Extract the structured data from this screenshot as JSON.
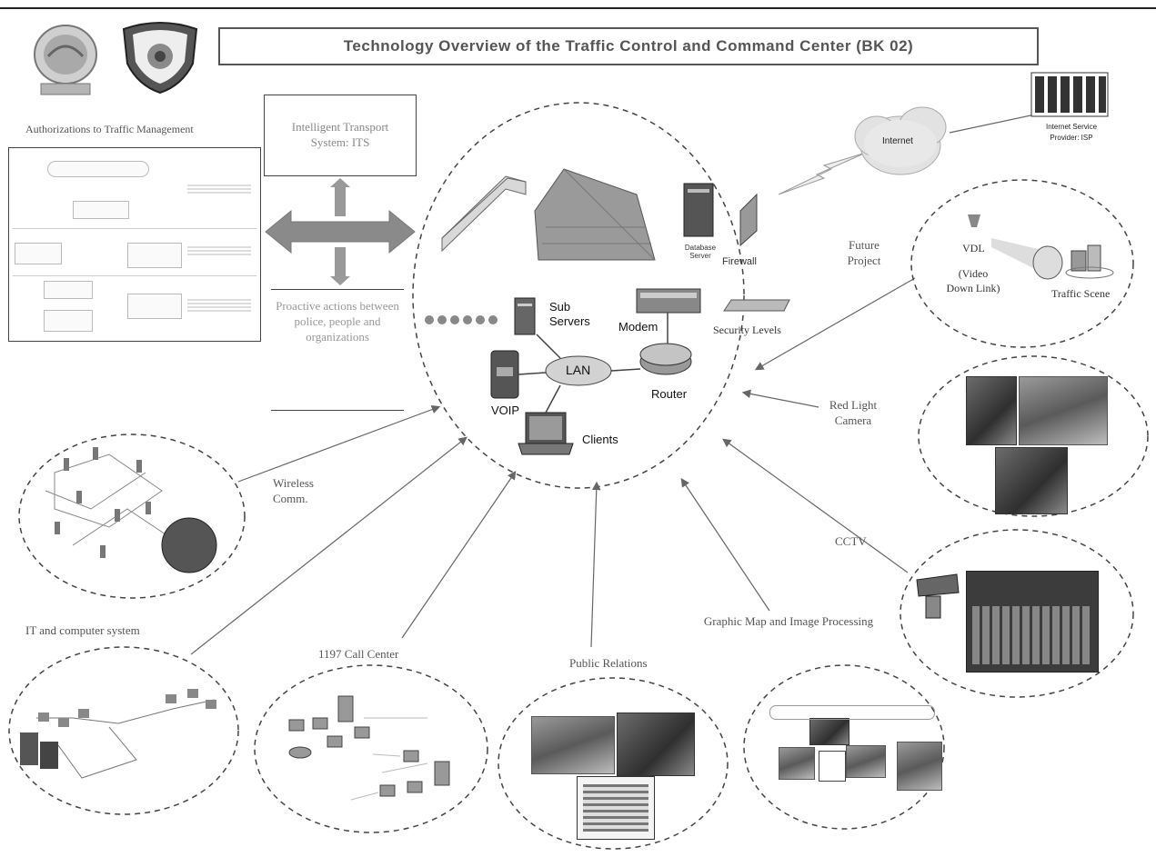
{
  "title": "Technology Overview of the Traffic Control and Command Center (BK 02)",
  "left_panel": {
    "heading": "Authorizations to Traffic Management"
  },
  "its_box": {
    "text": "Intelligent Transport System: ITS"
  },
  "proactive": {
    "text": "Proactive actions between police, people and organizations"
  },
  "center": {
    "database_server": "Database Server",
    "firewall": "Firewall",
    "security_levels": "Security Levels",
    "modem": "Modem",
    "sub_servers": "Sub Servers",
    "lan": "LAN",
    "router": "Router",
    "voip": "VOIP",
    "clients": "Clients"
  },
  "internet": {
    "cloud": "Internet",
    "isp": "Internet Service Provider: ISP"
  },
  "future_project": {
    "label": "Future Project",
    "vdl": "VDL",
    "vdl_desc": "(Video Down Link)",
    "traffic_scene": "Traffic Scene"
  },
  "peripherals": {
    "red_light": "Red Light Camera",
    "cctv": "CCTV",
    "graphic_map": "Graphic Map and Image Processing",
    "public_relations": "Public Relations",
    "call_center": "1197 Call Center",
    "it_system": "IT and computer system",
    "wireless": "Wireless Comm."
  },
  "colors": {
    "arrow": "#8a8a8a",
    "line": "#666666",
    "dashed": "#444444"
  }
}
